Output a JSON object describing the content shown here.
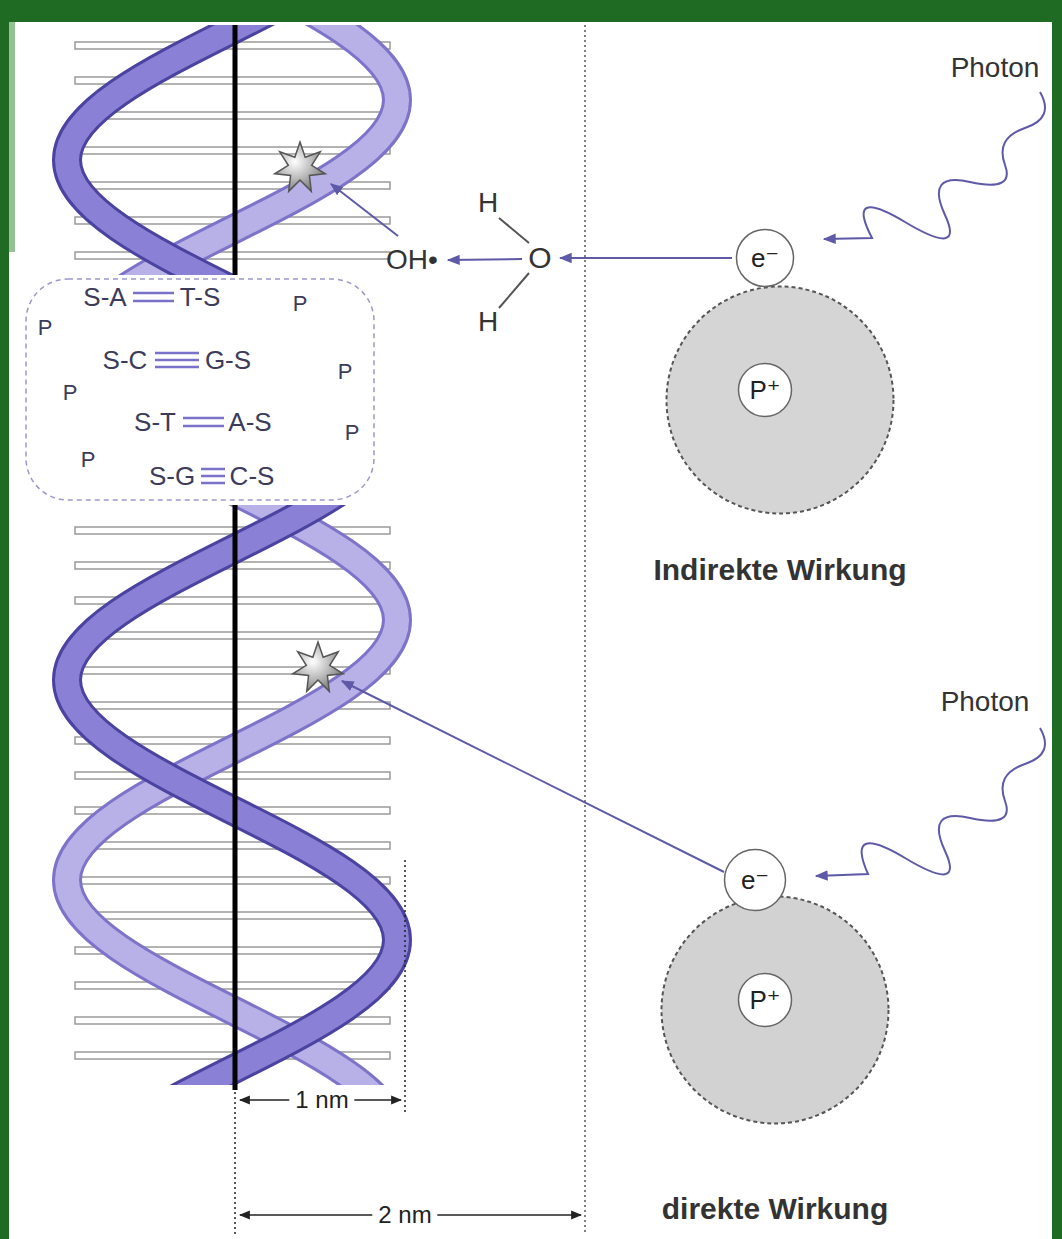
{
  "diagram": {
    "nodes": [
      {
        "text": [
          "Indirekte Wirkung"
        ]
      },
      {
        "text": [
          "e⁻"
        ],
        "in": 0
      },
      {
        "text": [
          "P⁺"
        ],
        "in": 0
      },
      {
        "text": [
          "direkte Wirkung"
        ]
      },
      {
        "text": [
          "e⁻"
        ],
        "in": 3
      },
      {
        "text": [
          "P⁺"
        ],
        "in": 3
      }
    ],
    "labels": [
      "Photon",
      "H",
      "OH•",
      "O",
      "H",
      "S-A",
      "T-S",
      "P",
      "P",
      "S-C",
      "G-S",
      "P",
      "P",
      "S-T",
      "A-S",
      "P",
      "P",
      "S-G",
      "C-S",
      "Photon",
      "1 nm",
      "2 nm"
    ]
  }
}
